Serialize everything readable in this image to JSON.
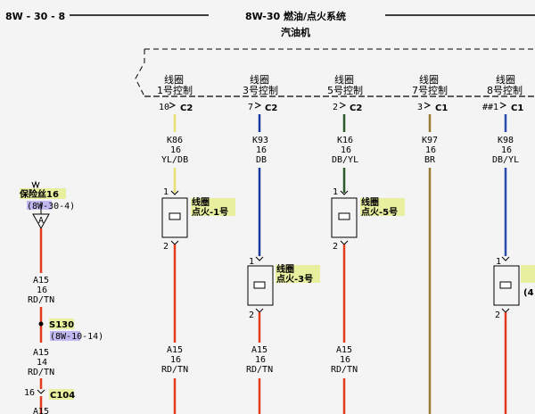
{
  "header": {
    "page_ref": "8W - 30 - 8",
    "title_line1": "8W-30 燃油/点火系统",
    "title_line2": "汽油机"
  },
  "fuse": {
    "name": "保险丝16",
    "ref": "(8W-30-4)",
    "connector_letter": "A",
    "wire_top": {
      "circuit": "A15",
      "gauge": "16",
      "color": "RD/TN"
    },
    "splice": "S130",
    "splice_ref": "(8W-10-14)",
    "wire_mid": {
      "circuit": "A15",
      "gauge": "14",
      "color": "RD/TN"
    },
    "connector": {
      "pin": "16",
      "name": "C104"
    },
    "wire_bottom": {
      "circuit": "A15"
    }
  },
  "columns": [
    {
      "label_line1": "线圈",
      "label_line2": "1号控制",
      "pin": "10",
      "conn": "C2",
      "circuit": "K86",
      "gauge": "16",
      "color": "YL/DB",
      "wire_hex": "#e8e070",
      "coil_label_1": "线圈",
      "coil_label_2": "点火-1号",
      "pin_top": "1",
      "pin_bottom": "2",
      "bottom_wire": {
        "circuit": "A15",
        "gauge": "16",
        "color": "RD/TN"
      }
    },
    {
      "label_line1": "线圈",
      "label_line2": "3号控制",
      "pin": "7",
      "conn": "C2",
      "circuit": "K93",
      "gauge": "16",
      "color": "DB",
      "wire_hex": "#1a3aa0",
      "coil_label_1": "线圈",
      "coil_label_2": "点火-3号",
      "pin_top": "1",
      "pin_bottom": "2",
      "bottom_wire": {
        "circuit": "A15",
        "gauge": "16",
        "color": "RD/TN"
      }
    },
    {
      "label_line1": "线圈",
      "label_line2": "5号控制",
      "pin": "2",
      "conn": "C2",
      "circuit": "K16",
      "gauge": "16",
      "color": "DB/YL",
      "wire_hex": "#2a5a2a",
      "coil_label_1": "线圈",
      "coil_label_2": "点火-5号",
      "pin_top": "1",
      "pin_bottom": "2",
      "bottom_wire": {
        "circuit": "A15",
        "gauge": "16",
        "color": "RD/TN"
      }
    },
    {
      "label_line1": "线圈",
      "label_line2": "7号控制",
      "pin": "3",
      "conn": "C1",
      "circuit": "K97",
      "gauge": "16",
      "color": "BR",
      "wire_hex": "#9a7a30"
    },
    {
      "label_line1": "线圈",
      "label_line2": "8号控制",
      "pin": "##1",
      "conn": "C1",
      "circuit": "K98",
      "gauge": "16",
      "color": "DB/YL",
      "wire_hex": "#2a4ab0",
      "pin_top": "1",
      "pin_bottom": "2",
      "coil_label_partial": "(4"
    }
  ],
  "colors": {
    "red_wire": "#e23a1a",
    "highlight_label": "#e8f0a0",
    "highlight_ref": "#c0b8f0"
  }
}
